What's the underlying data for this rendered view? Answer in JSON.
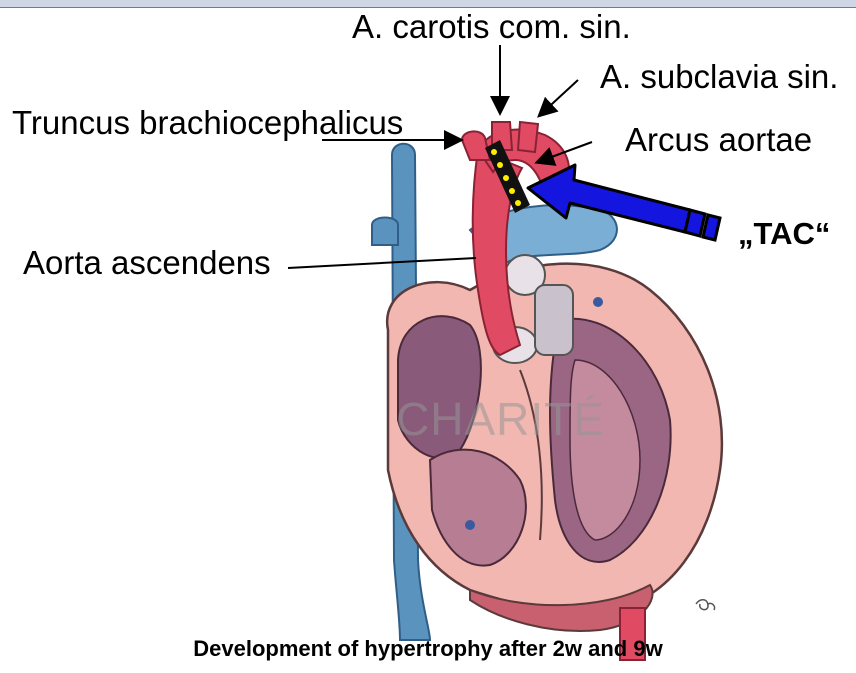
{
  "labels": {
    "carotis": "A. carotis com. sin.",
    "subclavia": "A. subclavia sin.",
    "truncus": "Truncus brachiocephalicus",
    "arcus": "Arcus aortae",
    "tac": "„TAC“",
    "aorta_ascendens": "Aorta ascendens",
    "watermark": "CHARITÉ"
  },
  "caption": "Development of hypertrophy after 2w and 9w",
  "colors": {
    "aorta": "#e04a63",
    "aorta_dark": "#b82e46",
    "vein": "#5b93bf",
    "heart_outer": "#f2b7b0",
    "chamber": "#8a5a7a",
    "myocardium": "#d98b86",
    "tac_arrow": "#1515e0",
    "band_black": "#111111",
    "band_yellow": "#ffee00"
  }
}
